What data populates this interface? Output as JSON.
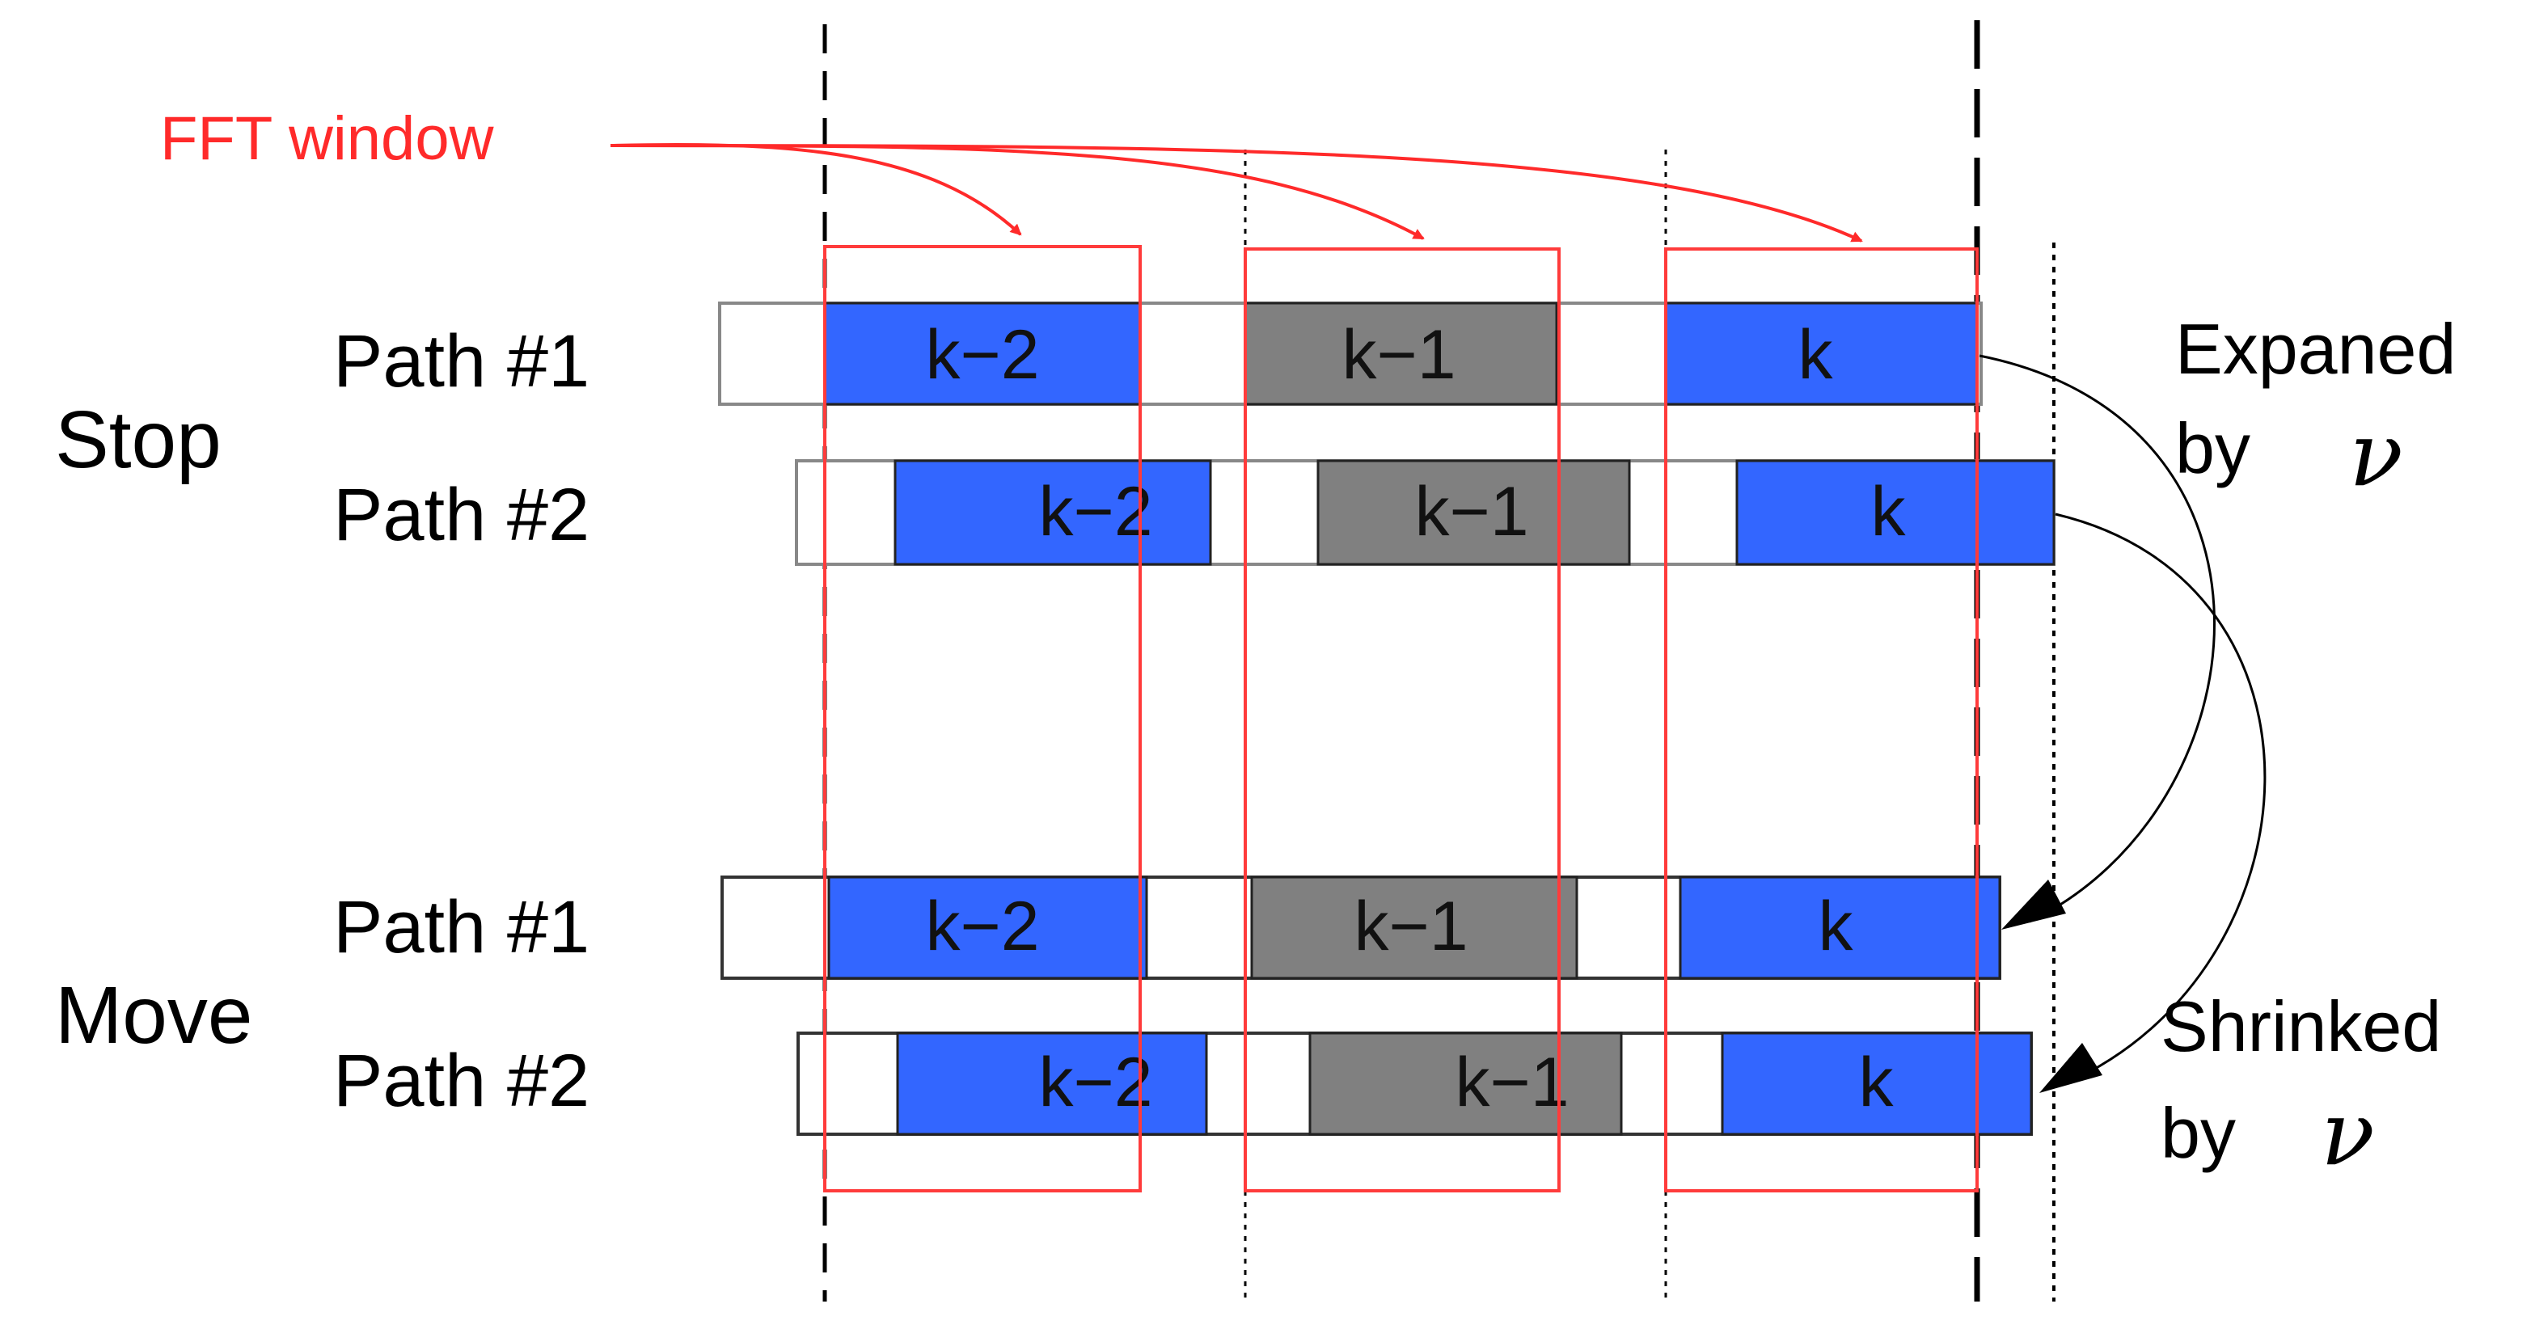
{
  "fft_window_label": "FFT window",
  "section_labels": {
    "stop": "Stop",
    "move": "Move"
  },
  "path_labels": {
    "path1": "Path #1",
    "path2": "Path #2"
  },
  "block_labels": {
    "km2": "k−2",
    "km1": "k−1",
    "k": "k"
  },
  "annotations": {
    "expanded_text": "Expaned",
    "expanded_by": "by",
    "shrinked_text": "Shrinked",
    "shrinked_by": "by",
    "symbol": "ν"
  },
  "colors": {
    "blue_symbol": "#3366FF",
    "gray_symbol": "#808080",
    "window_red": "#FF3B3B",
    "label_red": "#FF2A2A"
  }
}
